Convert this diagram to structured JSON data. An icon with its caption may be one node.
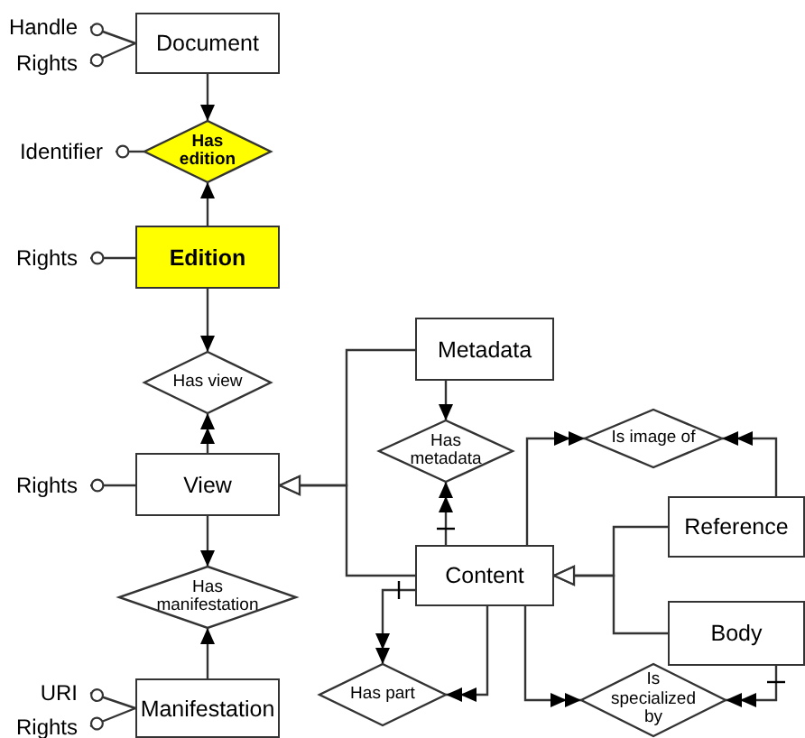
{
  "diagram": {
    "nodes": [
      {
        "text": [
          "Handle"
        ]
      },
      {
        "text": [
          "Rights"
        ]
      },
      {
        "text": [
          "Document"
        ]
      },
      {
        "text": [
          "Has edition"
        ]
      },
      {
        "text": [
          "Identifier"
        ]
      },
      {
        "text": [
          "Rights"
        ]
      },
      {
        "text": [
          "Edition"
        ]
      },
      {
        "text": [
          "Has view"
        ]
      },
      {
        "text": [
          "Rights"
        ]
      },
      {
        "text": [
          "View"
        ]
      },
      {
        "text": [
          "Has manifestation"
        ]
      },
      {
        "text": [
          "URI"
        ]
      },
      {
        "text": [
          "Rights"
        ]
      },
      {
        "text": [
          "Manifestation"
        ]
      },
      {
        "text": [
          "Metadata"
        ]
      },
      {
        "text": [
          "Has metadata"
        ]
      },
      {
        "text": [
          "Content"
        ]
      },
      {
        "text": [
          "Is image of"
        ]
      },
      {
        "text": [
          "Reference"
        ]
      },
      {
        "text": [
          "Body"
        ]
      },
      {
        "text": [
          "Has part"
        ]
      },
      {
        "text": [
          "Is specialized by"
        ]
      }
    ],
    "edges": [
      {
        "from": 0,
        "to": 2,
        "arrow": "other"
      },
      {
        "from": 1,
        "to": 2,
        "arrow": "other"
      },
      {
        "from": 2,
        "to": 3,
        "arrow": "to"
      },
      {
        "from": 4,
        "to": 3,
        "arrow": "other"
      },
      {
        "from": 6,
        "to": 3,
        "arrow": "to"
      },
      {
        "from": 5,
        "to": 6,
        "arrow": "other"
      },
      {
        "from": 6,
        "to": 7,
        "arrow": "to"
      },
      {
        "from": 9,
        "to": 7,
        "arrow": "to"
      },
      {
        "from": 8,
        "to": 9,
        "arrow": "other"
      },
      {
        "from": 9,
        "to": 10,
        "arrow": "to"
      },
      {
        "from": 13,
        "to": 10,
        "arrow": "to"
      },
      {
        "from": 11,
        "to": 13,
        "arrow": "other"
      },
      {
        "from": 12,
        "to": 13,
        "arrow": "other"
      },
      {
        "from": 14,
        "to": 9,
        "arrow": "to"
      },
      {
        "from": 16,
        "to": 9,
        "arrow": "to"
      },
      {
        "from": 14,
        "to": 15,
        "arrow": "to"
      },
      {
        "from": 16,
        "to": 15,
        "arrow": "to"
      },
      {
        "from": 16,
        "to": 17,
        "arrow": "to"
      },
      {
        "from": 18,
        "to": 17,
        "arrow": "to"
      },
      {
        "from": 18,
        "to": 16,
        "arrow": "to"
      },
      {
        "from": 19,
        "to": 16,
        "arrow": "to"
      },
      {
        "from": 16,
        "to": 20,
        "arrow": "to"
      },
      {
        "from": 16,
        "to": 20,
        "arrow": "to"
      },
      {
        "from": 16,
        "to": 21,
        "arrow": "to"
      },
      {
        "from": 19,
        "to": 21,
        "arrow": "to"
      }
    ]
  }
}
